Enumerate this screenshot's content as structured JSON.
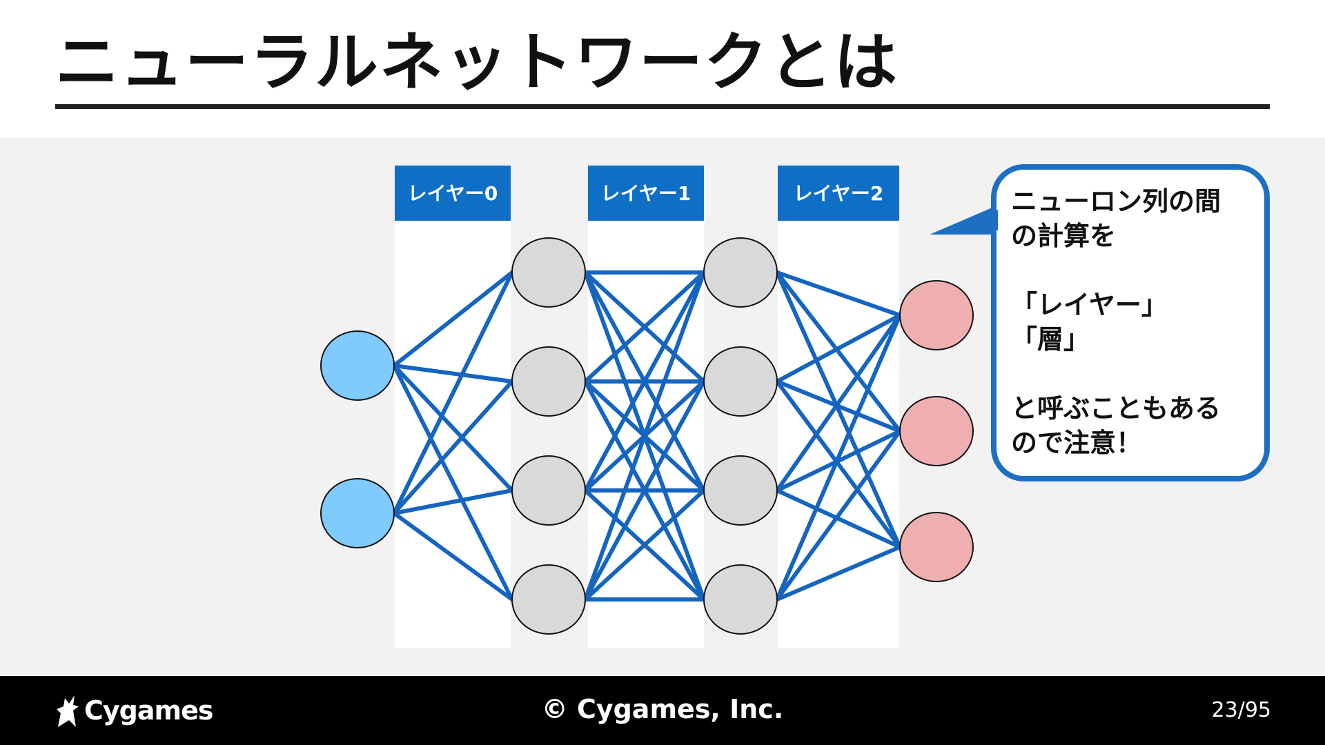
{
  "slide": {
    "title": "ニューラルネットワークとは",
    "page_number": "23/95"
  },
  "diagram": {
    "layers": [
      {
        "label": "レイヤー0"
      },
      {
        "label": "レイヤー1"
      },
      {
        "label": "レイヤー2"
      }
    ],
    "node_columns": [
      {
        "count": 2,
        "color": "#7fcbfd"
      },
      {
        "count": 4,
        "color": "#d9d9d9"
      },
      {
        "count": 4,
        "color": "#d9d9d9"
      },
      {
        "count": 3,
        "color": "#efafb0"
      }
    ],
    "edge_color": "#1565c0",
    "layer_header_color": "#0f6fc6",
    "callout": {
      "lines": [
        "ニューロン列の間",
        "の計算を",
        "",
        "「レイヤー」",
        "「層」",
        "",
        "と呼ぶこともある",
        "ので注意！"
      ],
      "border_color": "#1d6fc2"
    }
  },
  "footer": {
    "logo_text": "Cygames",
    "copyright": "© Cygames, Inc."
  }
}
